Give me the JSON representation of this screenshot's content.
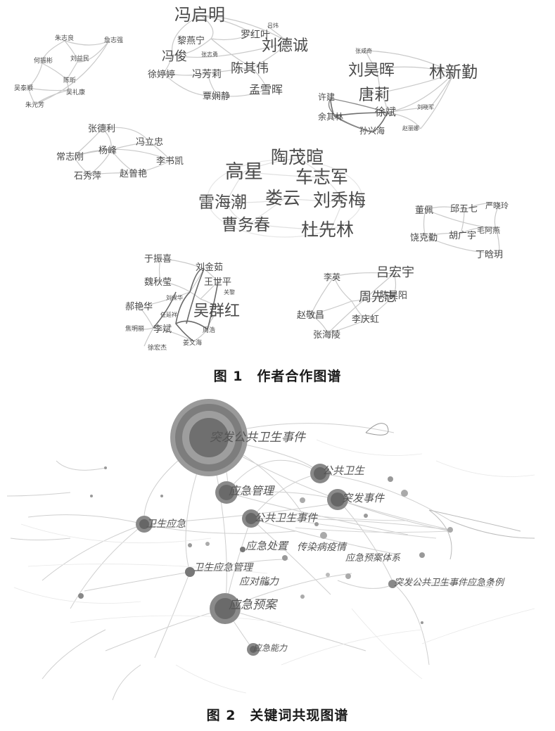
{
  "figure1": {
    "caption": "图 1　作者合作图谱",
    "clusters": [
      {
        "authors": [
          "朱志良",
          "詹志强",
          "何振彬",
          "刘益民",
          "陈昕",
          "吴泰顺",
          "吴礼康",
          "朱元芳"
        ]
      },
      {
        "authors": [
          "冯启明",
          "吕炜",
          "黎燕宁",
          "罗红叶",
          "刘德诚",
          "冯俊",
          "张志勇",
          "徐婷婷",
          "冯芳莉",
          "陈其伟",
          "覃娴静",
          "孟雪晖"
        ]
      },
      {
        "authors": [
          "张咸奇",
          "刘昊晖",
          "林新勤",
          "唐莉",
          "许建",
          "徐斌",
          "刘晓军",
          "余其林",
          "孙兴海",
          "赵丽娜"
        ]
      },
      {
        "authors": [
          "张德利",
          "冯立忠",
          "杨峰",
          "常志刚",
          "李书凯",
          "石秀萍",
          "赵曾艳"
        ]
      },
      {
        "authors": [
          "陶茂暄",
          "高星",
          "车志军",
          "雷海潮",
          "娄云",
          "刘秀梅",
          "曹务春",
          "杜先林"
        ]
      },
      {
        "authors": [
          "董佩",
          "邱五七",
          "严晓玲",
          "饶克勤",
          "胡广宇",
          "毛阿燕",
          "丁晗玥"
        ]
      },
      {
        "authors": [
          "于振喜",
          "刘金茹",
          "魏秋莹",
          "王世平",
          "刘保华",
          "关黎",
          "郝艳华",
          "吴群红",
          "任延祥",
          "焦明丽",
          "李斌",
          "周浩",
          "徐宏杰",
          "姜文海"
        ]
      },
      {
        "authors": [
          "李英",
          "吕宏宇",
          "周先志",
          "陈昊阳",
          "赵敬昌",
          "李庆虹",
          "张海陵"
        ]
      }
    ]
  },
  "figure2": {
    "caption": "图 2　关键词共现图谱",
    "keywords": [
      "突发公共卫生事件",
      "应急管理",
      "公共卫生",
      "突发事件",
      "卫生应急",
      "公共卫生事件",
      "应急处置",
      "传染病疫情",
      "应急预案体系",
      "卫生应急管理",
      "应对能力",
      "突发公共卫生事件应急条例",
      "应急预案",
      "应急能力"
    ]
  },
  "colors": {
    "edge": "#c8c8c8",
    "edge_dark": "#777777",
    "node": "#8a8a8a",
    "node_dark": "#5e5e5e"
  }
}
